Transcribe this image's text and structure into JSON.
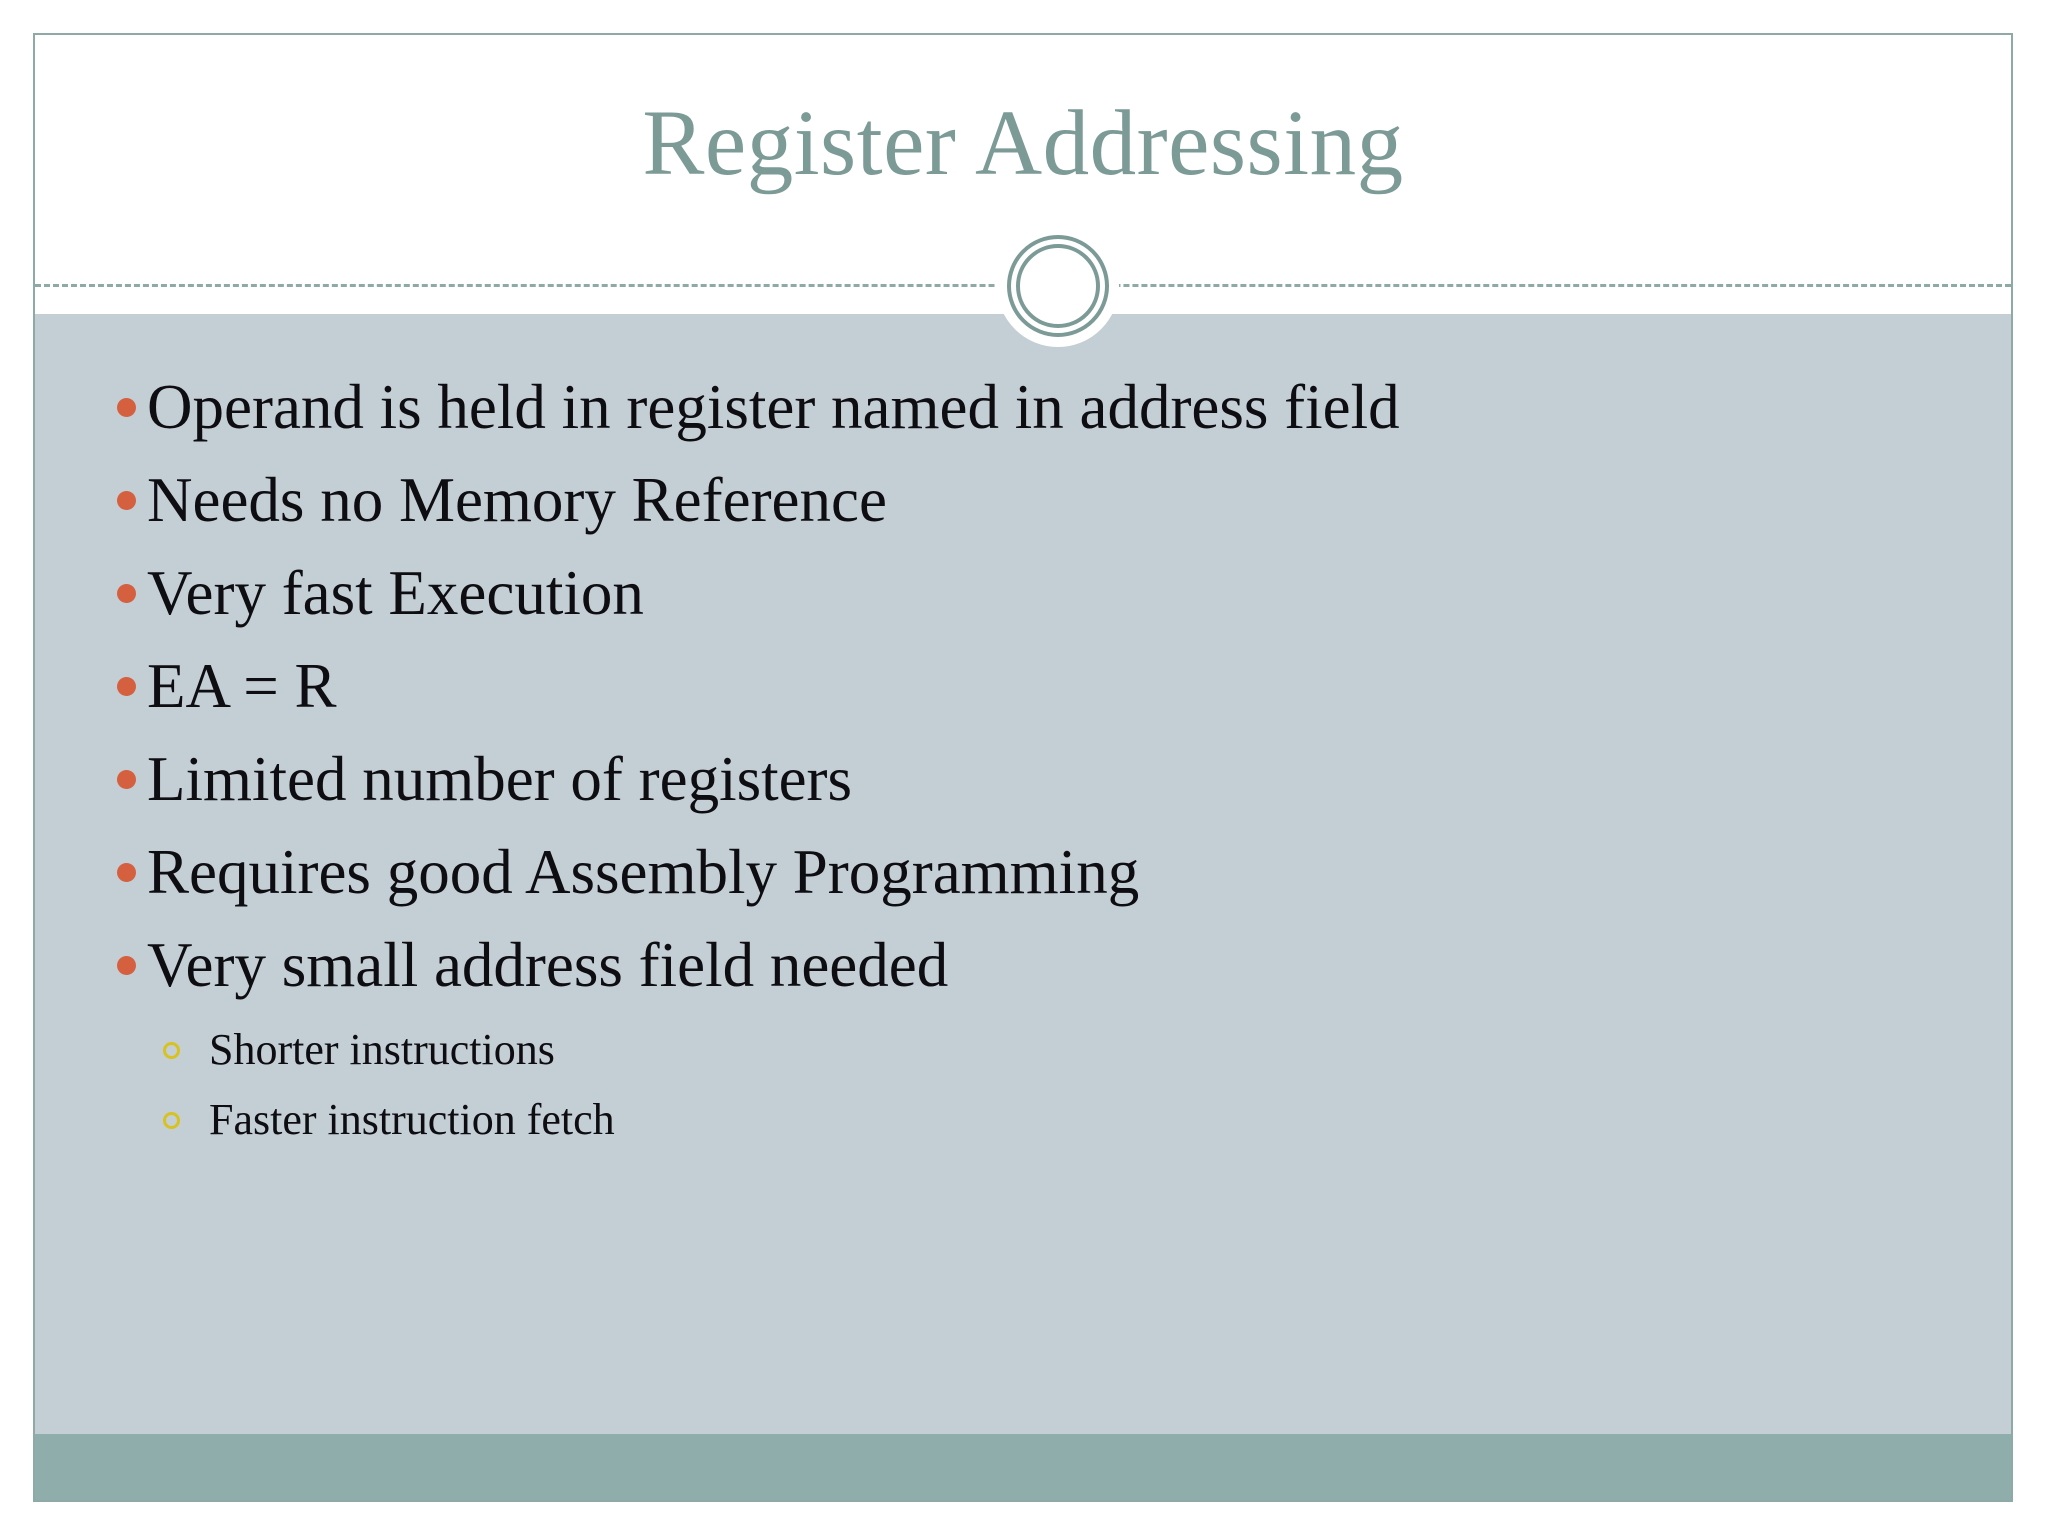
{
  "slide": {
    "title": "Register Addressing",
    "colors": {
      "title_text": "#7c9a96",
      "body_background": "#c4ced5",
      "accent_bar": "#8fadaa",
      "slide_border": "#8faaa6",
      "bullet_marker": "#d4603f",
      "sub_bullet_marker": "#d8c21f",
      "body_text": "#0d0d12",
      "slide_background": "#ffffff"
    },
    "decorations": {
      "divider_style": "dashed",
      "circle_icon": "double-ring-circle"
    },
    "bullets": [
      {
        "level": 1,
        "marker": "filled-disc",
        "text": "Operand is held in register named in address field"
      },
      {
        "level": 1,
        "marker": "filled-disc",
        "text": "Needs no Memory Reference"
      },
      {
        "level": 1,
        "marker": "filled-disc",
        "text": "Very fast Execution"
      },
      {
        "level": 1,
        "marker": "filled-disc",
        "text": "EA = R"
      },
      {
        "level": 1,
        "marker": "filled-disc",
        "text": "Limited number of registers"
      },
      {
        "level": 1,
        "marker": "filled-disc",
        "text": "Requires good Assembly Programming"
      },
      {
        "level": 1,
        "marker": "filled-disc",
        "text": "Very small address field needed"
      },
      {
        "level": 2,
        "marker": "hollow-circle",
        "text": "Shorter instructions"
      },
      {
        "level": 2,
        "marker": "hollow-circle",
        "text": "Faster instruction fetch"
      }
    ]
  }
}
